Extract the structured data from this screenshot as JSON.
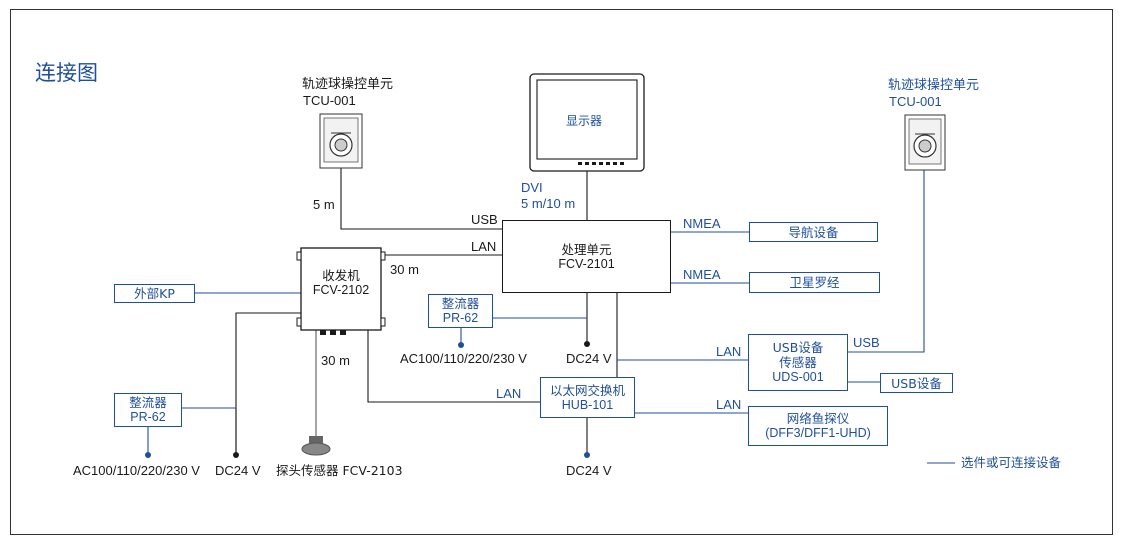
{
  "title": "连接图",
  "devices": {
    "tcu_left": {
      "name": "轨迹球操控单元",
      "model": "TCU-001"
    },
    "tcu_right": {
      "name": "轨迹球操控单元",
      "model": "TCU-001"
    },
    "display": {
      "name": "显示器"
    },
    "processor": {
      "name": "处理单元",
      "model": "FCV-2101"
    },
    "transceiver": {
      "name": "收发机",
      "model": "FCV-2102"
    },
    "external_kp": {
      "name": "外部KP"
    },
    "rectifier_top": {
      "name": "整流器",
      "model": "PR-62"
    },
    "rectifier_left": {
      "name": "整流器",
      "model": "PR-62"
    },
    "nav_equipment": {
      "name": "导航设备"
    },
    "satellite_compass": {
      "name": "卫星罗经"
    },
    "usb_sensor": {
      "line1": "USB设备",
      "line2": "传感器",
      "model": "UDS-001"
    },
    "usb_device": {
      "name": "USB设备"
    },
    "network_sounder": {
      "name": "网络鱼探仪",
      "model": "(DFF3/DFF1-UHD)"
    },
    "hub": {
      "name": "以太网交换机",
      "model": "HUB-101"
    },
    "transducer": {
      "label": "探头传感器 FCV-2103"
    }
  },
  "labels": {
    "dvi": "DVI",
    "dvi_length": "5 m/10 m",
    "tcu_cable": "5 m",
    "usb_processor": "USB",
    "lan_processor": "LAN",
    "transceiver_cable": "30 m",
    "transducer_cable": "30 m",
    "nmea_1": "NMEA",
    "nmea_2": "NMEA",
    "lan_usb_sensor": "LAN",
    "usb_right": "USB",
    "lan_hub": "LAN",
    "lan_sounder": "LAN",
    "ac_top": "AC100/110/220/230 V",
    "ac_left": "AC100/110/220/230 V",
    "dc_processor": "DC24 V",
    "dc_hub": "DC24 V",
    "dc_left": "DC24 V"
  },
  "legend": {
    "text": "选件或可连接设备"
  },
  "colors": {
    "optional": "#1f4f9a",
    "standard": "#1a1a1a"
  }
}
